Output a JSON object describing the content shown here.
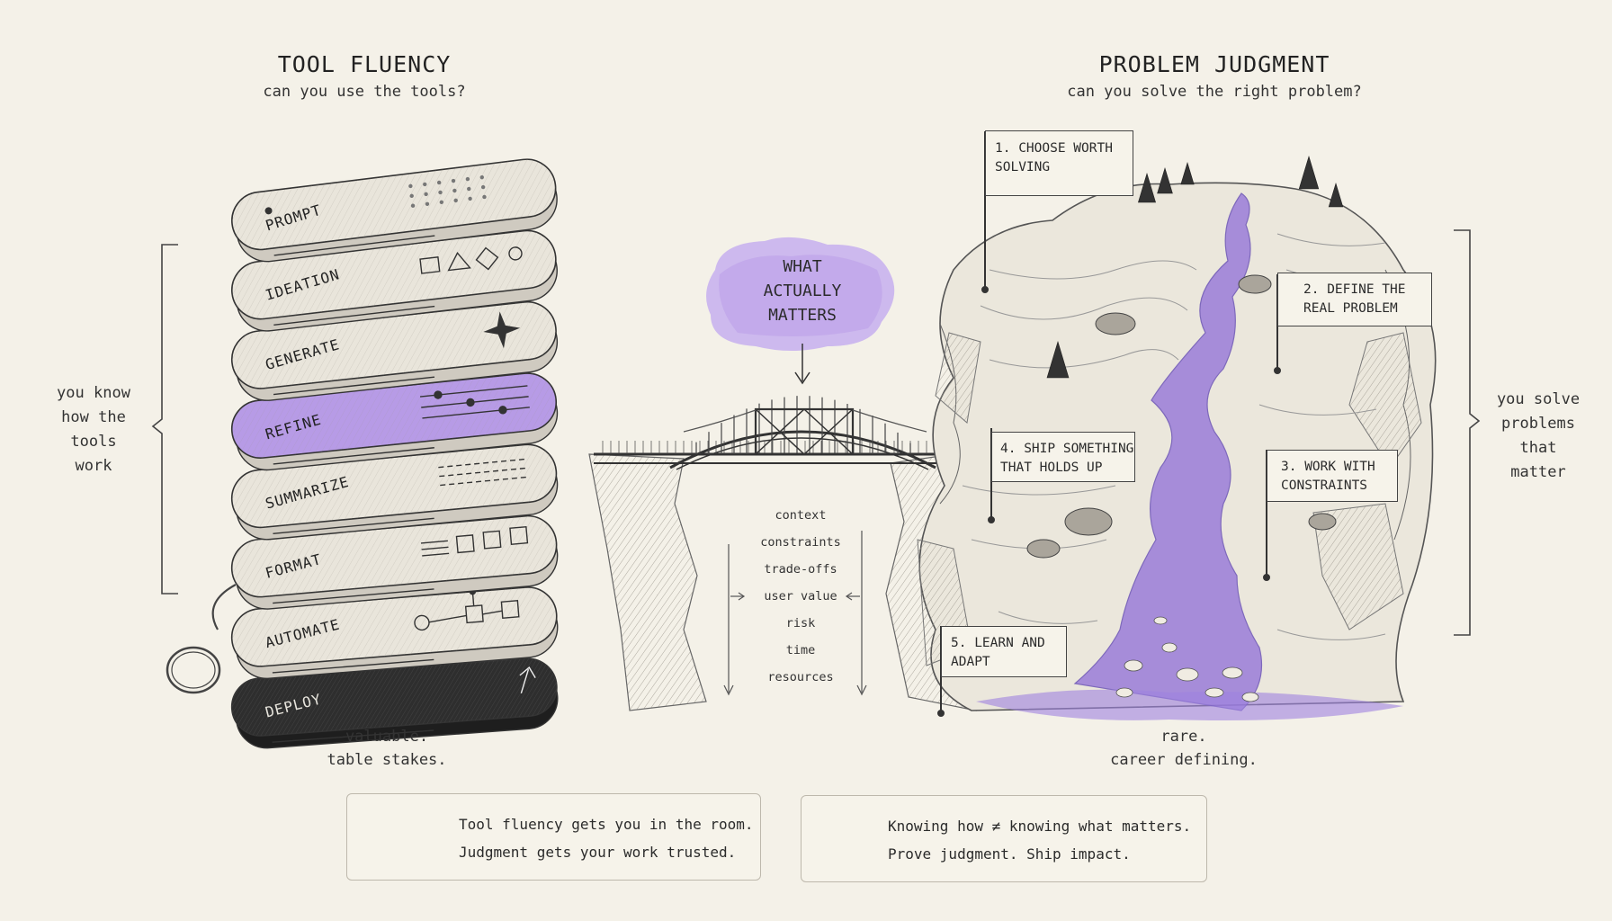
{
  "left": {
    "title": "TOOL FLUENCY",
    "subtitle": "can you use the tools?",
    "side_note": [
      "you know",
      "how the",
      "tools",
      "work"
    ],
    "tools": [
      {
        "label": "PROMPT",
        "icon": "dots-icon",
        "highlight": false,
        "dark": false
      },
      {
        "label": "IDEATION",
        "icon": "shapes-icon",
        "highlight": false,
        "dark": false
      },
      {
        "label": "GENERATE",
        "icon": "sparkle-icon",
        "highlight": false,
        "dark": false
      },
      {
        "label": "REFINE",
        "icon": "sliders-icon",
        "highlight": true,
        "dark": false
      },
      {
        "label": "SUMMARIZE",
        "icon": "lines-icon",
        "highlight": false,
        "dark": false
      },
      {
        "label": "FORMAT",
        "icon": "layout-icon",
        "highlight": false,
        "dark": false
      },
      {
        "label": "AUTOMATE",
        "icon": "flow-icon",
        "highlight": false,
        "dark": false
      },
      {
        "label": "DEPLOY",
        "icon": "arrow-up-icon",
        "highlight": false,
        "dark": true
      }
    ],
    "caption": [
      "valuable.",
      "table stakes."
    ]
  },
  "middle": {
    "cloud_text": [
      "WHAT",
      "ACTUALLY",
      "MATTERS"
    ],
    "factors": [
      "context",
      "constraints",
      "trade-offs",
      "user value",
      "risk",
      "time",
      "resources"
    ]
  },
  "right": {
    "title": "PROBLEM JUDGMENT",
    "subtitle": "can you solve the right problem?",
    "side_note": [
      "you solve",
      "problems",
      "that",
      "matter"
    ],
    "flags": [
      {
        "text": "1. CHOOSE WORTH\n   SOLVING"
      },
      {
        "text": "2. DEFINE THE\n   REAL PROBLEM"
      },
      {
        "text": "3. WORK WITH\n   CONSTRAINTS"
      },
      {
        "text": "4. SHIP SOMETHING\n   THAT HOLDS UP"
      },
      {
        "text": "5. LEARN AND\n   ADAPT"
      }
    ],
    "caption": [
      "rare.",
      "career defining."
    ]
  },
  "legend": [
    {
      "lines": [
        "Tool fluency gets you in the room.",
        "Judgment gets your work trusted."
      ],
      "swatch": "#b79be6"
    },
    {
      "lines": [
        "Knowing how ≠ knowing what matters.",
        "Prove judgment. Ship impact."
      ],
      "swatch": "#5a3fb0"
    }
  ],
  "colors": {
    "background": "#f4f1e8",
    "accent_light": "#b79be6",
    "accent_dark": "#6a4fc8",
    "ink": "#2b2b2b"
  }
}
